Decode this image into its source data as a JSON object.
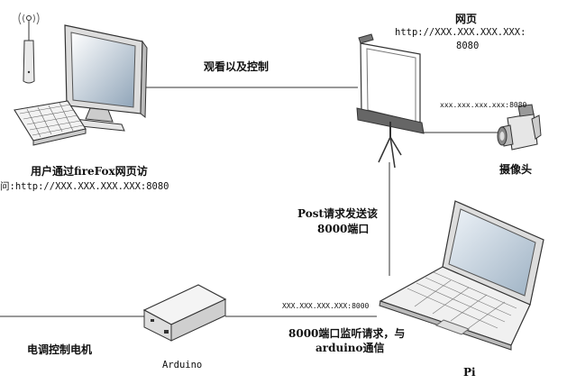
{
  "labels": {
    "webpage_title": "网页",
    "webpage_url": "http://XXX.XXX.XXX.XXX:",
    "webpage_port": "8080",
    "view_control": "观看以及控制",
    "user_access_1": "用户通过fireFox网页访",
    "user_access_2": "问:http://XXX.XXX.XXX.XXX:8080",
    "camera_addr": "xxx.xxx.xxx.xxx:8080",
    "camera": "摄像头",
    "post_1": "Post请求发送该",
    "post_2": "8000端口",
    "pi_addr": "XXX.XXX.XXX.XXX:8000",
    "listen_1": "8000端口监听请求，与",
    "listen_2": "arduino通信",
    "motor": "电调控制电机",
    "arduino": "Arduino",
    "pi": "Pi"
  }
}
